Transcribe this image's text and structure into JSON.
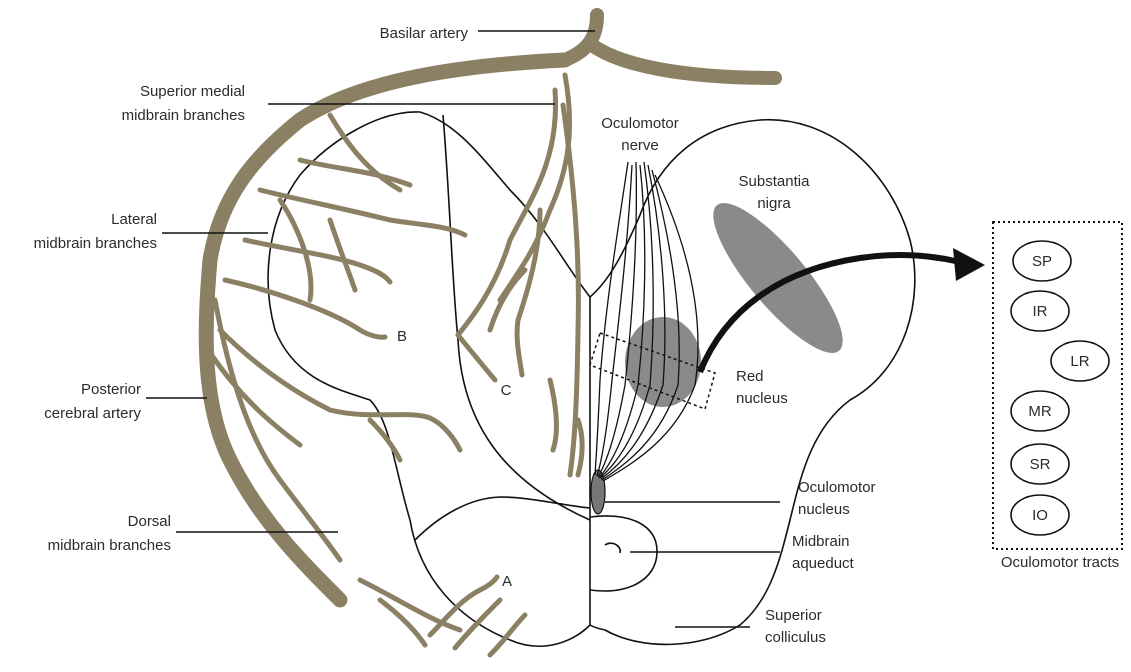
{
  "labels": {
    "basilar_artery": "Basilar artery",
    "superior_medial_1": "Superior medial",
    "superior_medial_2": "midbrain branches",
    "lateral_1": "Lateral",
    "lateral_2": "midbrain branches",
    "posterior_1": "Posterior",
    "posterior_2": "cerebral artery",
    "dorsal_1": "Dorsal",
    "dorsal_2": "midbrain branches",
    "oculomotor_nerve_1": "Oculomotor",
    "oculomotor_nerve_2": "nerve",
    "substantia_nigra_1": "Substantia",
    "substantia_nigra_2": "nigra",
    "red_nucleus_1": "Red",
    "red_nucleus_2": "nucleus",
    "oculomotor_nucleus_1": "Oculomotor",
    "oculomotor_nucleus_2": "nucleus",
    "aqueduct_1": "Midbrain",
    "aqueduct_2": "aqueduct",
    "colliculus_1": "Superior",
    "colliculus_2": "colliculus",
    "region_a": "A",
    "region_b": "B",
    "region_c": "C"
  },
  "tracts": {
    "caption": "Oculomotor tracts",
    "items": [
      "SP",
      "IR",
      "LR",
      "MR",
      "SR",
      "IO"
    ]
  },
  "colors": {
    "vessel": "#8c8064",
    "outline": "#111111",
    "nucleus_gray": "#8a8a8a",
    "text": "#2b2b2b"
  }
}
